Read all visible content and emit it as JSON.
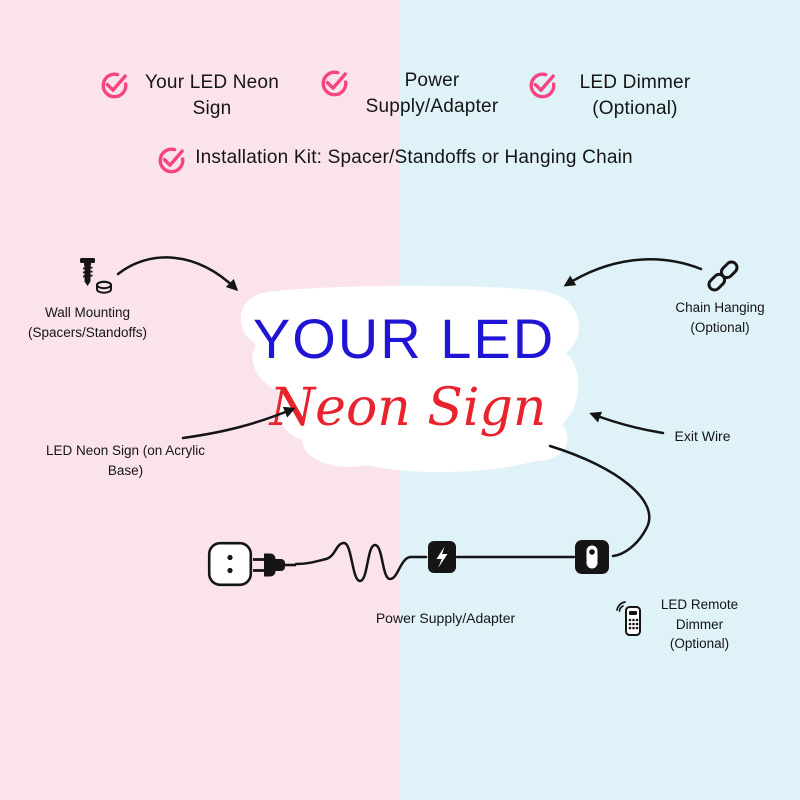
{
  "colors": {
    "left_bg": "#fbe3ec",
    "right_bg": "#def2f8",
    "check_pink": "#f5447f",
    "led_blue": "#2015d4",
    "neon_red": "#e8232d",
    "ink": "#151515"
  },
  "checklist": {
    "items": [
      {
        "label": "Your LED Neon Sign"
      },
      {
        "label": "Power Supply/Adapter"
      },
      {
        "label": "LED Dimmer (Optional)"
      },
      {
        "label": "Installation Kit: Spacer/Standoffs or Hanging Chain"
      }
    ]
  },
  "sign": {
    "line1": "YOUR LED",
    "line2": "Neon Sign"
  },
  "callouts": {
    "wall_mounting": "Wall Mounting (Spacers/Standoffs)",
    "chain_hanging": "Chain Hanging (Optional)",
    "led_neon_sign": "LED Neon Sign (on Acrylic Base)",
    "exit_wire": "Exit Wire",
    "power_supply": "Power Supply/Adapter",
    "led_remote_dimmer": "LED Remote Dimmer (Optional)"
  }
}
